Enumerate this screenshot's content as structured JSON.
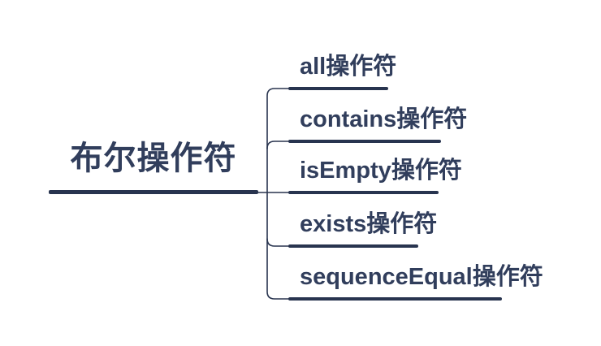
{
  "diagram": {
    "type": "mindmap",
    "root": {
      "label": "布尔操作符"
    },
    "branches": [
      {
        "label": "all操作符"
      },
      {
        "label": "contains操作符"
      },
      {
        "label": "isEmpty操作符"
      },
      {
        "label": "exists操作符"
      },
      {
        "label": "sequenceEqual操作符"
      }
    ],
    "colors": {
      "background": "#ffffff",
      "line": "#28344f",
      "text": "#313e5c"
    }
  }
}
